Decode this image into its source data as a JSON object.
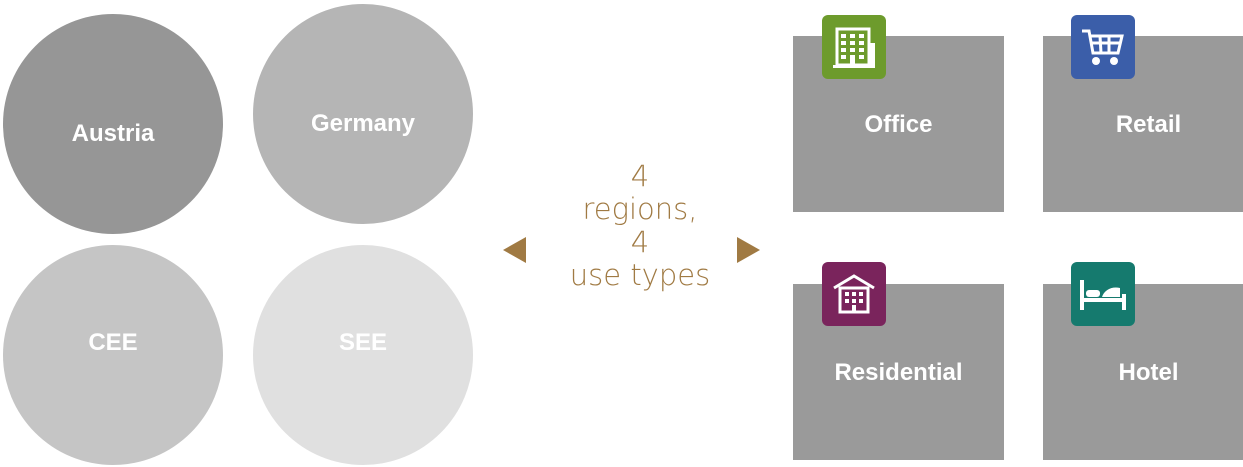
{
  "regions": [
    {
      "label": "Austria"
    },
    {
      "label": "Germany"
    },
    {
      "label": "CEE"
    },
    {
      "label": "SEE"
    }
  ],
  "center": {
    "line1": "4",
    "line2": "regions,",
    "line3": "4",
    "line4": "use types"
  },
  "use_types": [
    {
      "label": "Office",
      "icon": "office-building-icon"
    },
    {
      "label": "Retail",
      "icon": "shopping-cart-icon"
    },
    {
      "label": "Residential",
      "icon": "apartment-building-icon"
    },
    {
      "label": "Hotel",
      "icon": "bed-icon"
    }
  ],
  "colors": {
    "accent": "#a07a43",
    "office": "#6d9b2c",
    "retail": "#3b5ea9",
    "residential": "#7a245c",
    "hotel": "#157a6e",
    "box": "#9a9a9a"
  }
}
